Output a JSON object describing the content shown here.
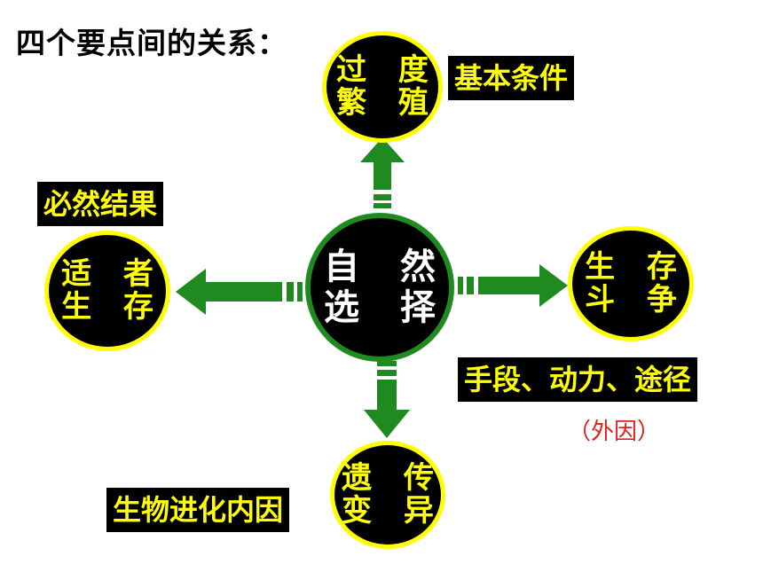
{
  "title": "四个要点间的关系：",
  "nodes": {
    "center": {
      "line1": "自 然",
      "line2": "选 择"
    },
    "top": {
      "line1": "过 度",
      "line2": "繁 殖"
    },
    "left": {
      "line1": "适 者",
      "line2": "生 存"
    },
    "right": {
      "line1": "生 存",
      "line2": "斗 争"
    },
    "bottom": {
      "line1": "遗 传",
      "line2": "变 异"
    }
  },
  "labels": {
    "top": "基本条件",
    "left": "必然结果",
    "right": "手段、动力、途径",
    "bottom": "生物进化内因"
  },
  "notes": {
    "right": "（外因）"
  },
  "colors": {
    "arrow_fill": "#1f8a1f",
    "circle_border": "#ffff00",
    "center_border": "#1f8a1f",
    "circle_fill": "#000000",
    "label_text": "#ffff00",
    "note_text": "#e02020"
  }
}
